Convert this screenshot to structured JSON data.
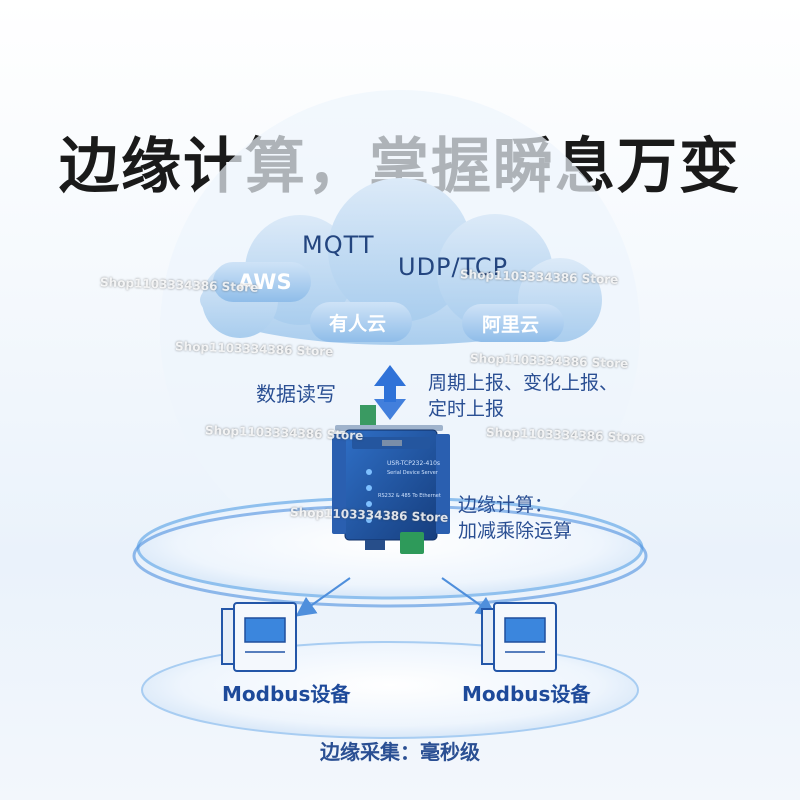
{
  "headline": "边缘计算，掌握瞬息万变",
  "cloud": {
    "mqtt": "MQTT",
    "udp_tcp": "UDP/TCP",
    "aws": "AWS",
    "usr_cloud": "有人云",
    "aliyun": "阿里云"
  },
  "labels": {
    "read_write": "数据读写",
    "report_line1": "周期上报、变化上报、",
    "report_line2": "定时上报",
    "edge_compute_line1": "边缘计算：",
    "edge_compute_line2": "加减乘除运算",
    "edge_collect": "边缘采集：毫秒级"
  },
  "devices": {
    "modbus_left": "Modbus设备",
    "modbus_right": "Modbus设备"
  },
  "gateway": {
    "model": "USR-TCP232-410s",
    "subtitle": "Serial Device Server",
    "port_label": "RS232 & 485 To Ethernet"
  },
  "watermark": "Shop1103334386 Store",
  "colors": {
    "cloud": "#b9d6f2",
    "accent_blue": "#2a6fd6",
    "text_blue": "#2a4f93",
    "gateway_body": "#1d4f9a",
    "terminal_green": "#2e9a5a"
  }
}
